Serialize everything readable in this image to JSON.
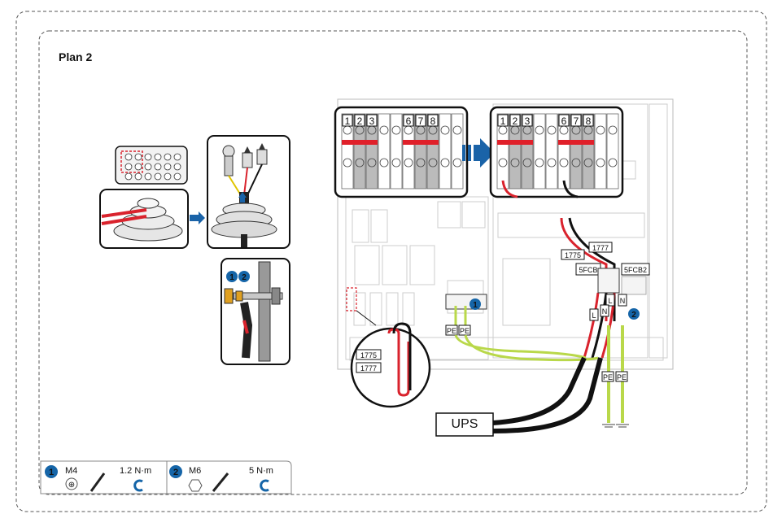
{
  "plan_title": "Plan 2",
  "callouts": {
    "one": "1",
    "two": "2"
  },
  "breakers": {
    "left_panel": [
      "1",
      "2",
      "3",
      "6",
      "7",
      "8"
    ],
    "right_panel": [
      "1",
      "2",
      "3",
      "6",
      "7",
      "8"
    ]
  },
  "labels": {
    "wire_1775": "1775",
    "wire_1777": "1777",
    "zoom_1775": "1775",
    "zoom_1777": "1777",
    "sfcb": "5FCB",
    "sfcb2": "5FCB2",
    "pe_left_a": "PE",
    "pe_left_b": "PE",
    "pe_right_a": "PE",
    "pe_right_b": "PE",
    "l_upper": "L",
    "n_upper": "N",
    "l_lower": "L",
    "n_lower": "N",
    "ups": "UPS"
  },
  "legend": {
    "item1": {
      "number": "1",
      "screw": "M4",
      "torque": "1.2 N·m"
    },
    "item2": {
      "number": "2",
      "screw": "M6",
      "torque": "5 N·m"
    }
  },
  "colors": {
    "callout_blue": "#1565a8",
    "arrow_blue": "#1a63a8",
    "wire_red": "#d9232d",
    "breaker_red": "#e0202a",
    "pe_green": "#b9d84a",
    "cable_black": "#111111"
  }
}
